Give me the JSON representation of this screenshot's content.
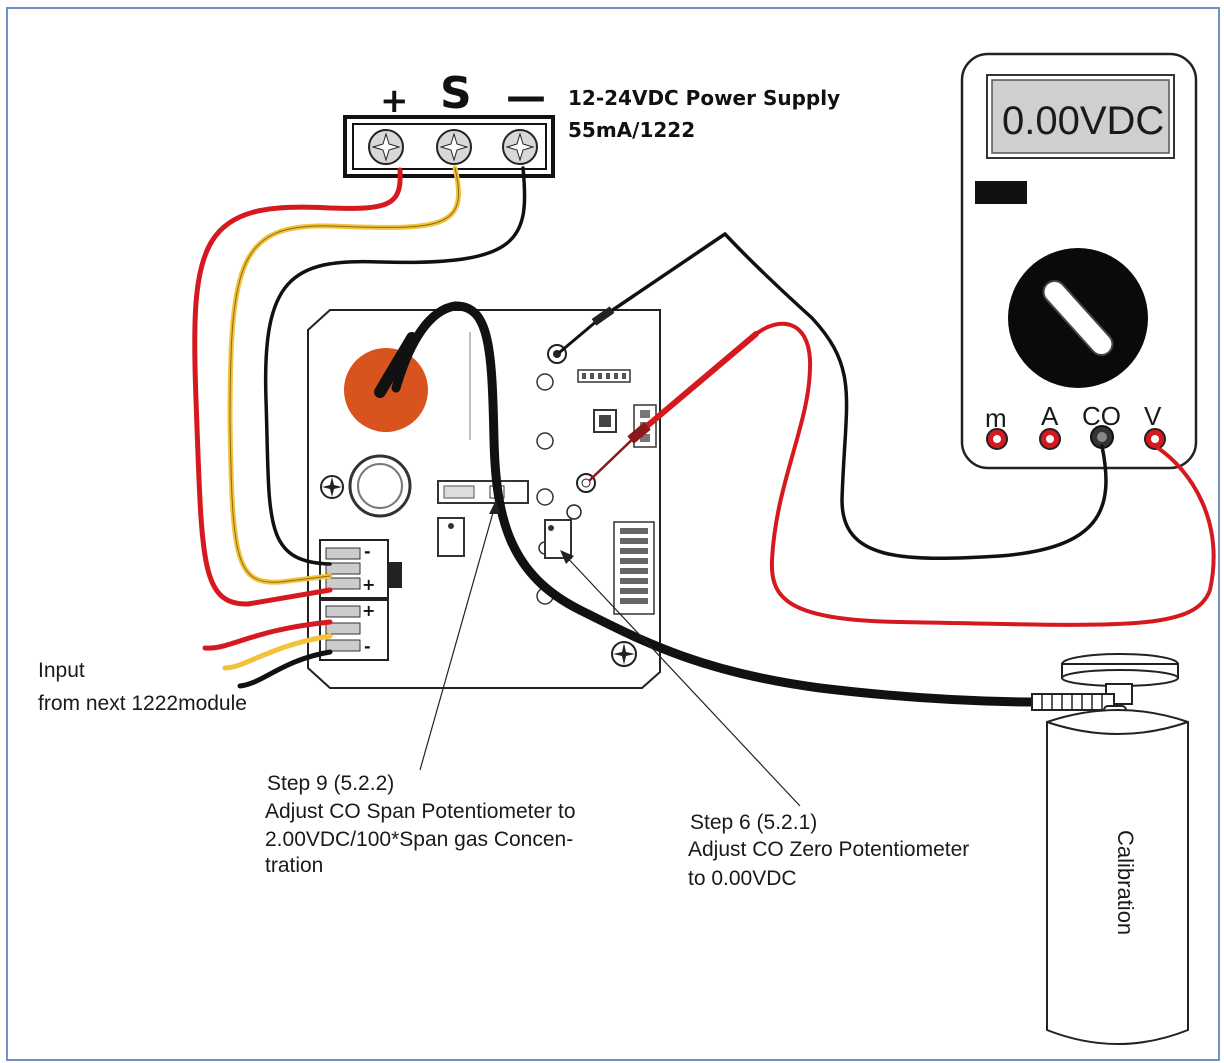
{
  "power_supply": {
    "terminals": {
      "plus": "+",
      "signal": "S",
      "minus": "—"
    },
    "label_line1": "12-24VDC Power Supply",
    "label_line2": "55mA/1222"
  },
  "meter": {
    "display_value": "0.00VDC",
    "jacks": {
      "m": "m",
      "a": "A",
      "co": "CO",
      "v": "V"
    }
  },
  "board": {
    "terminal_marks": {
      "top_minus": "-",
      "top_plus": "+",
      "bottom_plus": "+",
      "bottom_minus": "-"
    }
  },
  "annotations": {
    "input_line1": "Input",
    "input_line2": "from next  1222module",
    "step9_line1": "Step 9  (5.2.2)",
    "step9_line2": "Adjust CO Span Potentiometer to",
    "step9_line3": "2.00VDC/100*Span gas Concen-",
    "step9_line4": "tration",
    "step6_line1": "Step 6  (5.2.1)",
    "step6_line2": "Adjust CO Zero Potentiometer",
    "step6_line3": "to 0.00VDC"
  },
  "cylinder": {
    "label": "Calibration"
  },
  "colors": {
    "frame": "#6f93c6",
    "wire_red": "#d6191f",
    "wire_yellow": "#f2c23a",
    "wire_black": "#111111",
    "sensor_orange": "#d9531e",
    "meter_display": "#cfcfcf"
  }
}
